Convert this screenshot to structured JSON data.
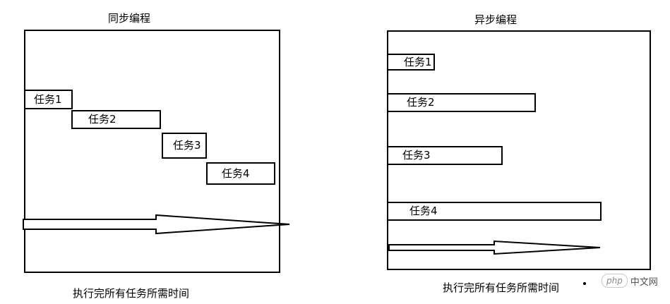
{
  "sync": {
    "title": "同步编程",
    "tasks": [
      "任务1",
      "任务2",
      "任务3",
      "任务4"
    ],
    "caption": "执行完所有任务所需时间"
  },
  "async": {
    "title": "异步编程",
    "tasks": [
      "任务1",
      "任务2",
      "任务3",
      "任务4"
    ],
    "caption": "执行完所有任务所需时间"
  },
  "watermark": {
    "logo": "php",
    "text": "中文网"
  }
}
